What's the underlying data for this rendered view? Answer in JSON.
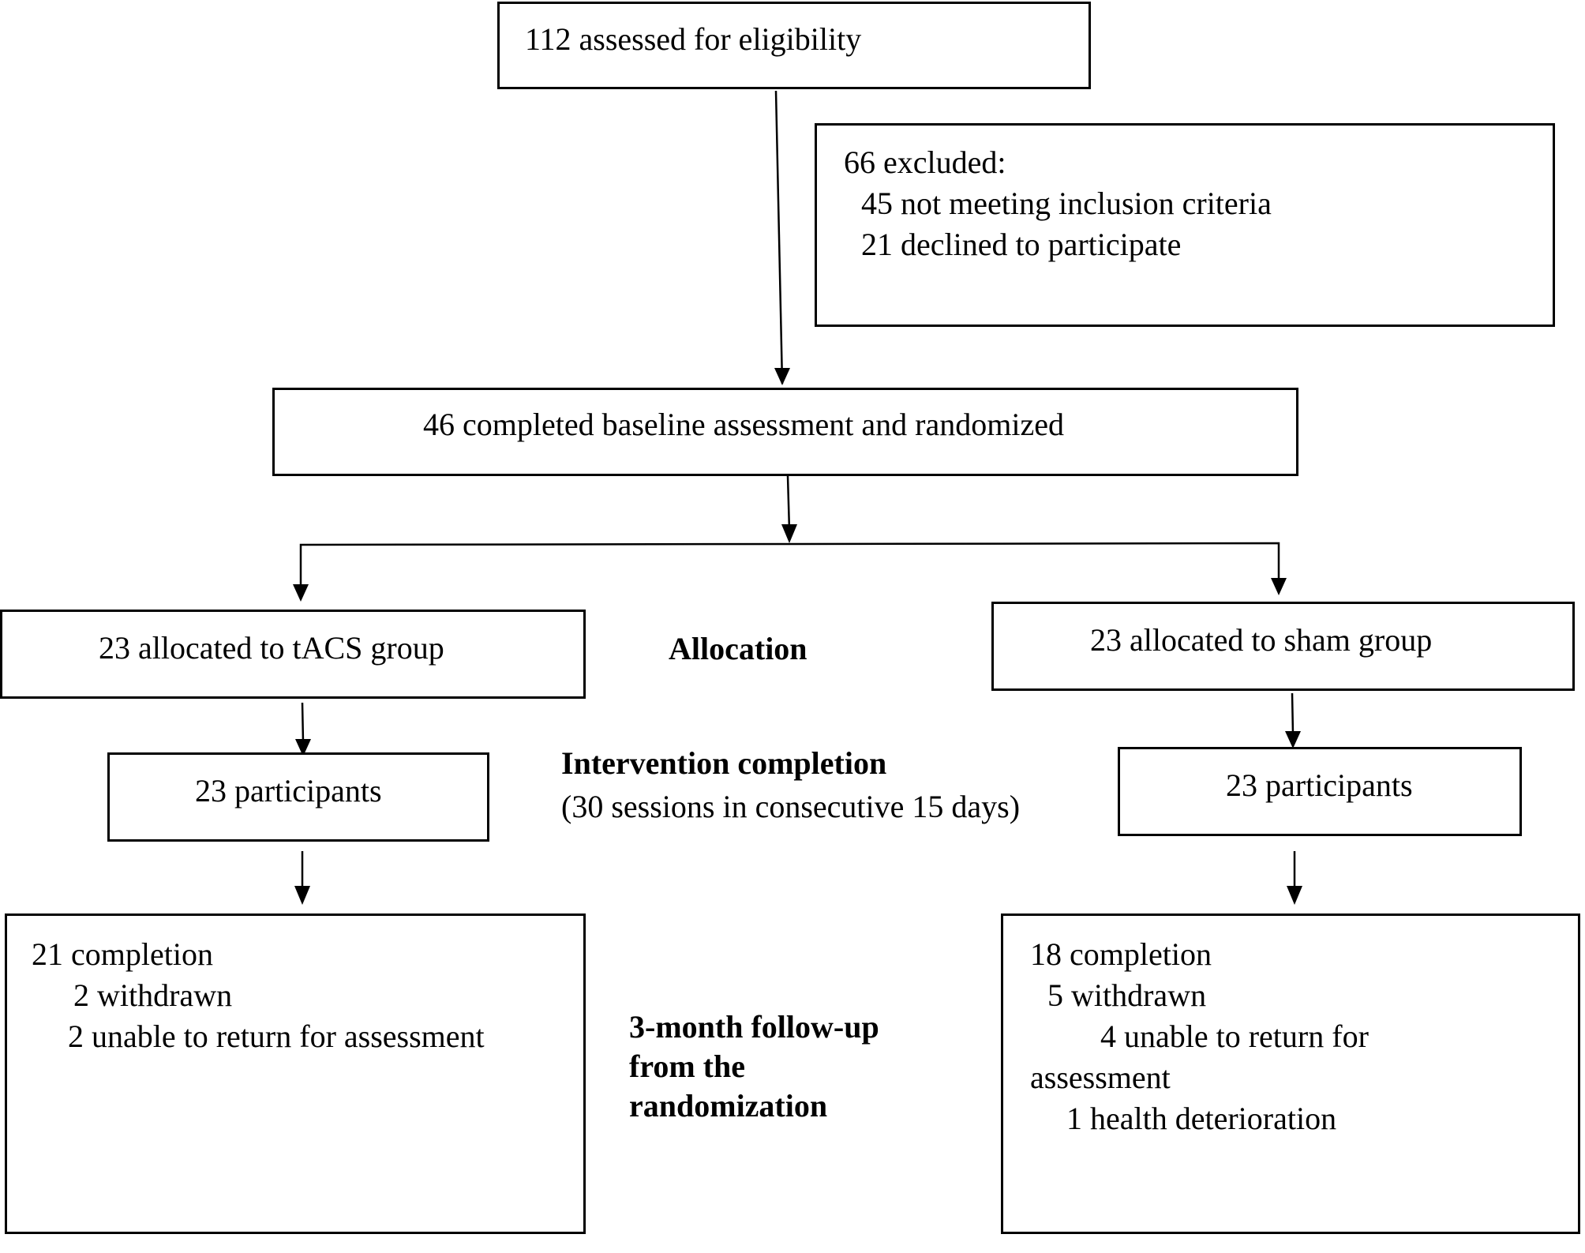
{
  "boxes": {
    "assessed": "112 assessed for eligibility",
    "excluded": {
      "title": "66 excluded:",
      "items": [
        "45 not meeting inclusion criteria",
        "21 declined to participate"
      ]
    },
    "randomized": "46 completed baseline assessment and randomized",
    "tacs_allocated": "23 allocated to tACS group",
    "sham_allocated": "23 allocated to sham group",
    "tacs_participants": "23 participants",
    "sham_participants": "23 participants",
    "tacs_followup": {
      "completion": "21 completion",
      "withdrawn": "2 withdrawn",
      "reasons": [
        "2 unable to return for assessment"
      ]
    },
    "sham_followup": {
      "completion": "18 completion",
      "withdrawn": "5 withdrawn",
      "reason_line1": "4 unable to return for",
      "reason_line2": "assessment",
      "reason_line3": "1 health deterioration"
    }
  },
  "stage_labels": {
    "allocation": "Allocation",
    "intervention": "Intervention completion",
    "intervention_note": "(30 sessions in consecutive 15 days)",
    "followup_line1": "3-month follow-up",
    "followup_line2": "from the",
    "followup_line3": "randomization"
  }
}
